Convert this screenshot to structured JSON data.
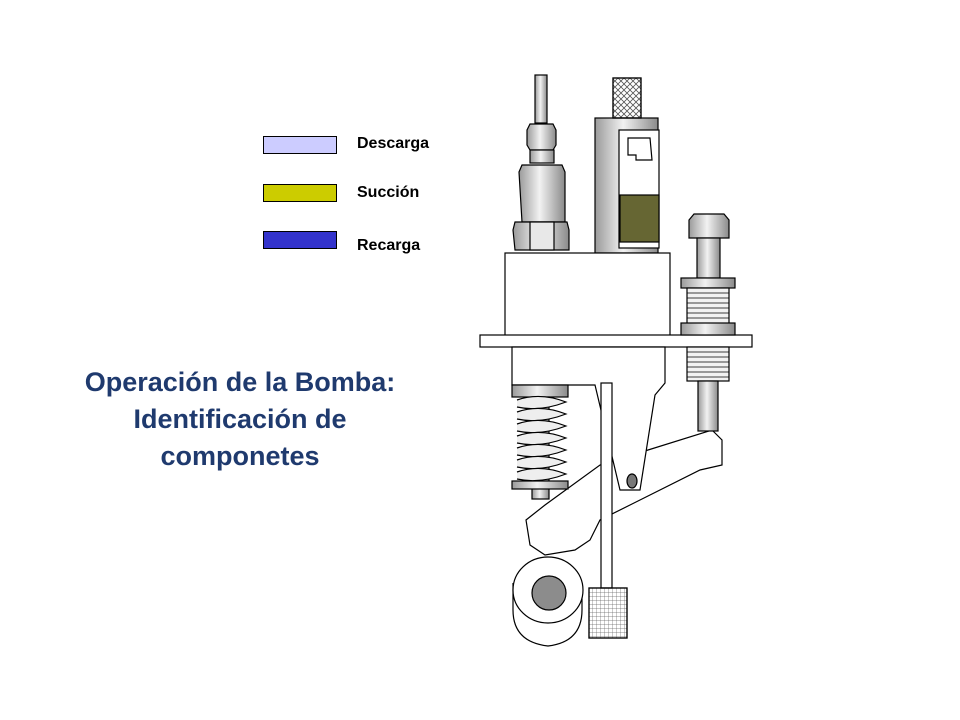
{
  "legend": {
    "items": [
      {
        "label": "Descarga",
        "color": "#ccccff"
      },
      {
        "label": "Succión",
        "color": "#cccc00"
      },
      {
        "label": "Recarga",
        "color": "#3333cc"
      }
    ]
  },
  "title": {
    "line1": "Operación de la Bomba:",
    "line2": "Identificación de",
    "line3": "componetes"
  },
  "colors": {
    "title": "#1f3a6e",
    "part_fill": "#ffffff",
    "stroke": "#000000",
    "metal": "#d9d9d9",
    "chamber_oil": "#666633",
    "roller_center": "#8c8c8c"
  }
}
